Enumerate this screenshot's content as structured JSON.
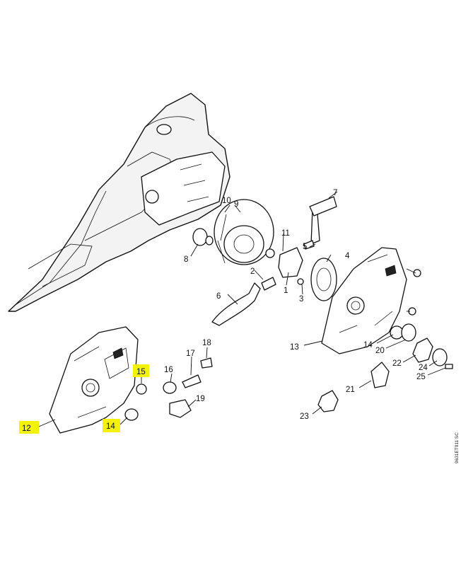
{
  "callouts": {
    "c1": "1",
    "c2": "2",
    "c3": "3",
    "c4": "4",
    "c5": "5",
    "c6": "6",
    "c7": "7",
    "c8": "8",
    "c9": "9",
    "c10": "10",
    "c11": "11",
    "c12": "12",
    "c13": "13",
    "c14a": "14",
    "c14b": "14",
    "c15": "15",
    "c16": "16",
    "c17": "17",
    "c18": "18",
    "c19": "19",
    "c20": "20",
    "c21": "21",
    "c22": "22",
    "c23": "23",
    "c24": "24",
    "c25": "25"
  },
  "highlighted": [
    "12",
    "14",
    "15"
  ],
  "highlight_color": "#f5f20a",
  "side_code": "9631ET011 SC"
}
